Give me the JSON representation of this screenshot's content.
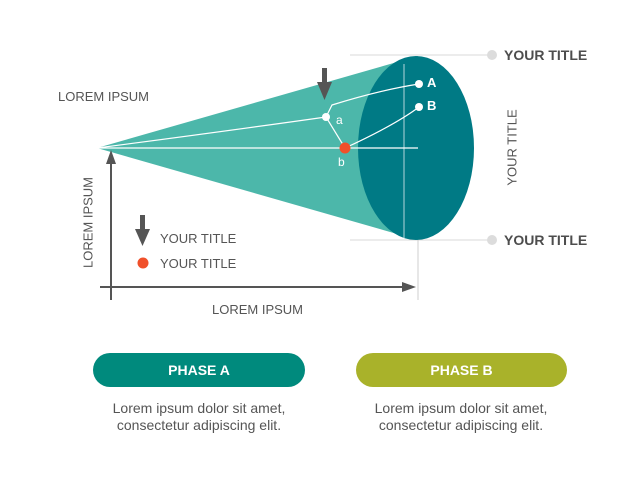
{
  "colors": {
    "teal": "#008a7d",
    "teal_light": "#4cb7aa",
    "teal_dark": "#007a85",
    "olive": "#a9b22a",
    "orange": "#f0502a",
    "gray": "#555555"
  },
  "labels": {
    "lorem_left": "LOREM IPSUM",
    "y_axis": "LOREM IPSUM",
    "x_axis": "LOREM IPSUM",
    "title_top": "YOUR TITLE",
    "title_bottom": "YOUR TITLE",
    "title_vertical": "YOUR TITLE",
    "point_A": "A",
    "point_B": "B",
    "point_a": "a",
    "point_b": "b"
  },
  "legend": [
    {
      "icon": "down-arrow-icon",
      "label": "YOUR TITLE"
    },
    {
      "icon": "orange-dot-icon",
      "label": "YOUR TITLE"
    }
  ],
  "phases": [
    {
      "label": "PHASE A",
      "color": "#008a7d",
      "text_line1": "Lorem ipsum dolor sit amet,",
      "text_line2": "consectetur adipiscing elit."
    },
    {
      "label": "PHASE B",
      "color": "#a9b22a",
      "text_line1": "Lorem ipsum dolor sit amet,",
      "text_line2": "consectetur adipiscing elit."
    }
  ]
}
